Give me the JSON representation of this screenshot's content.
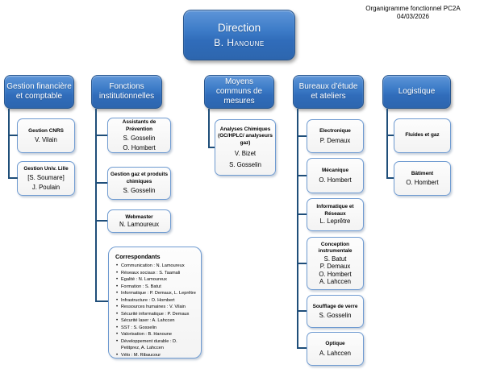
{
  "caption": {
    "title": "Organigramme fonctionnel PC2A",
    "date": "04/03/2026"
  },
  "root": {
    "title": "Direction",
    "name": "B. Hanoune"
  },
  "columns": [
    {
      "header": "Gestion financière et comptable",
      "children": [
        {
          "title": "Gestion CNRS",
          "members": [
            "V. Vilain"
          ]
        },
        {
          "title": "Gestion Univ. Lille",
          "members": [
            "[S. Soumare]",
            "J. Poulain"
          ]
        }
      ]
    },
    {
      "header": "Fonctions institutionnelles",
      "children": [
        {
          "title": "Assistants de Prévention",
          "members": [
            "S. Gosselin",
            "O. Hombert"
          ]
        },
        {
          "title": "Gestion gaz et produits chimiques",
          "members": [
            "S. Gosselin"
          ]
        },
        {
          "title": "Webmaster",
          "members": [
            "N. Lamoureux"
          ]
        }
      ]
    },
    {
      "header": "Moyens communs de mesures",
      "children": [
        {
          "title": "Analyses Chimiques (GC/HPLC/ analyseurs gaz)",
          "members": [
            "V. Bizet",
            "S. Gosselin"
          ]
        }
      ]
    },
    {
      "header": "Bureaux d’étude et ateliers",
      "children": [
        {
          "title": "Electronique",
          "members": [
            "P. Demaux"
          ]
        },
        {
          "title": "Mécanique",
          "members": [
            "O. Hombert"
          ]
        },
        {
          "title": "Informatique et Réseaux",
          "members": [
            "L. Leprêtre"
          ]
        },
        {
          "title": "Conception instrumentale",
          "members": [
            "S. Batut",
            "P. Demaux",
            "O. Hombert",
            "A. Lahccen"
          ]
        },
        {
          "title": "Soufflage de verre",
          "members": [
            "S. Gosselin"
          ]
        },
        {
          "title": "Optique",
          "members": [
            "A. Lahccen"
          ]
        }
      ]
    },
    {
      "header": "Logistique",
      "children": [
        {
          "title": "Fluides et gaz",
          "members": []
        },
        {
          "title": "Bâtiment",
          "members": [
            "O. Hombert"
          ]
        }
      ]
    }
  ],
  "correspondants": {
    "title": "Correspondants",
    "items": [
      "Communication : N. Lamoureux",
      "Réseaux sociaux : S. Taamali",
      "Egalité : N. Lamoureux",
      "Formation : S. Batut",
      "Informatique : P. Demaux, L. Leprêtre",
      "Infrastructure : O. Hombert",
      "Ressources humaines : V. Vilain",
      "Sécurité informatique : P. Demaux",
      "Sécurité laser : A. Lahccen",
      "SST : S. Gosselin",
      "Valorisation : B. Hanoune",
      "Développement durable : D. Petitprez, A. Lahccen",
      "Vélo : M. Ribaucour"
    ]
  },
  "colors": {
    "header_fill_top": "#5e95d8",
    "header_fill_bottom": "#2d66ae",
    "header_border": "#27568f",
    "child_border": "#6f9bd1",
    "connector": "#1F4E79"
  }
}
